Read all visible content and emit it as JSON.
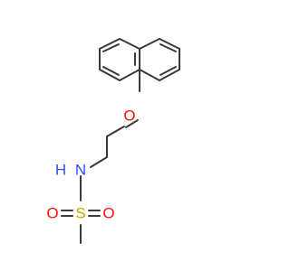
{
  "molecule": {
    "colors": {
      "bond": "#3a3a3a",
      "oxygen": "#ff0d0d",
      "nitrogen": "#3050f8",
      "sulfur": "#c8a800",
      "background": "#ffffff"
    },
    "labels": {
      "oxygen_ether": "O",
      "nitrogen": "N",
      "hydrogen": "H",
      "sulfur": "S",
      "oxygen_left": "O",
      "oxygen_right": "O"
    }
  }
}
